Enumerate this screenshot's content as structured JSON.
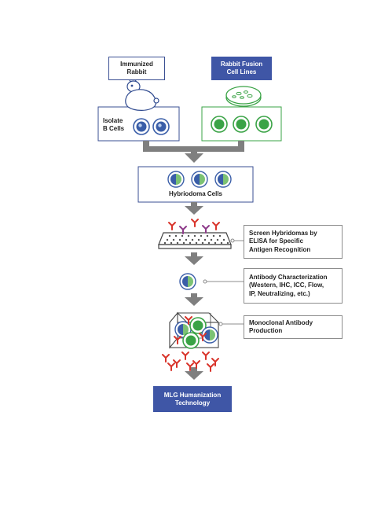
{
  "source_labels": {
    "immunized_rabbit": "Immunized\nRabbit",
    "fusion_cell_lines": "Rabbit Fusion\nCell Lines"
  },
  "steps": {
    "isolate_b_cells": "Isolate\nB Cells",
    "hybridoma_cells": "Hybriodoma Cells",
    "screen": "Screen Hybridomas by\nELISA for Specific\nAntigen Recognition",
    "characterization": "Antibody Characterization\n(Western, IHC, ICC, Flow,\nIP, Neutralizing, etc.)",
    "production": "Monoclonal Antibody\nProduction",
    "humanization": "MLG Humanization\nTechnology"
  },
  "colors": {
    "brand_blue": "#3f56a6",
    "arrow_gray": "#7f7f7f",
    "cell_green": "#3aa346",
    "cell_blue": "#3a5ea8",
    "antibody_red": "#d9342b",
    "connector_gray": "#8c8c8c"
  },
  "icons": [
    "rabbit-icon",
    "petri-dish-icon",
    "elisa-plate-icon",
    "cell-culture-box-icon",
    "antibody-icon"
  ]
}
